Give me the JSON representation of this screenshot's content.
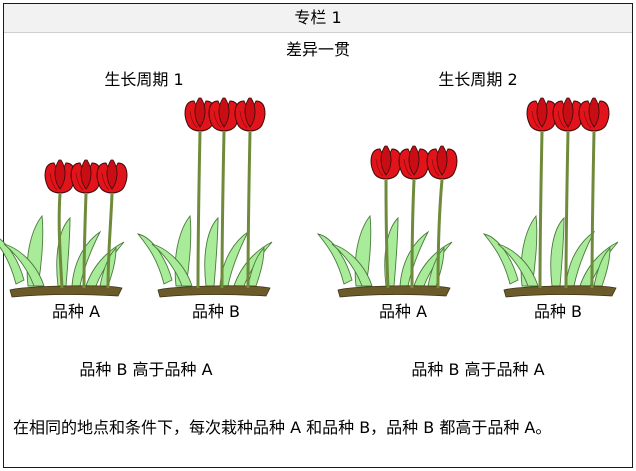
{
  "panel": {
    "title": "专栏 1",
    "subtitle": "差异一贯",
    "cycles": [
      {
        "label": "生长周期 1",
        "variety_a": "品种 A",
        "variety_b": "品种 B",
        "result": "品种 B 高于品种 A"
      },
      {
        "label": "生长周期 2",
        "variety_a": "品种 A",
        "variety_b": "品种 B",
        "result": "品种 B 高于品种 A"
      }
    ],
    "conclusion": "在相同的地点和条件下，每次栽种品种 A 和品种 B，品种 B 都高于品种 A。"
  },
  "colors": {
    "petal": "#e0141a",
    "petal_outline": "#3a0a0a",
    "stem": "#6e8a3a",
    "leaf": "#a8ec9a",
    "leaf_outline": "#4a7a3a",
    "soil": "#6b5a2a",
    "header_bg": "#f2f2f2"
  }
}
